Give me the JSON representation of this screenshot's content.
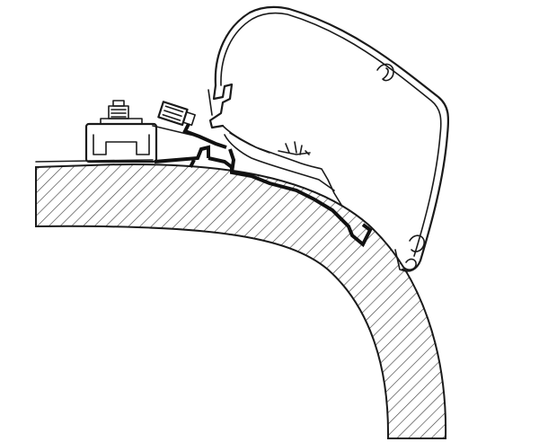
{
  "diagram": {
    "colors": {
      "background": "#ffffff",
      "line": "#1a1a1a",
      "adapter_rail": "#111111",
      "hatch": "#444444"
    },
    "parts": [
      "roof-section",
      "awning-cassette",
      "mounting-bracket",
      "clamp-bolt",
      "adapter-rail"
    ]
  }
}
